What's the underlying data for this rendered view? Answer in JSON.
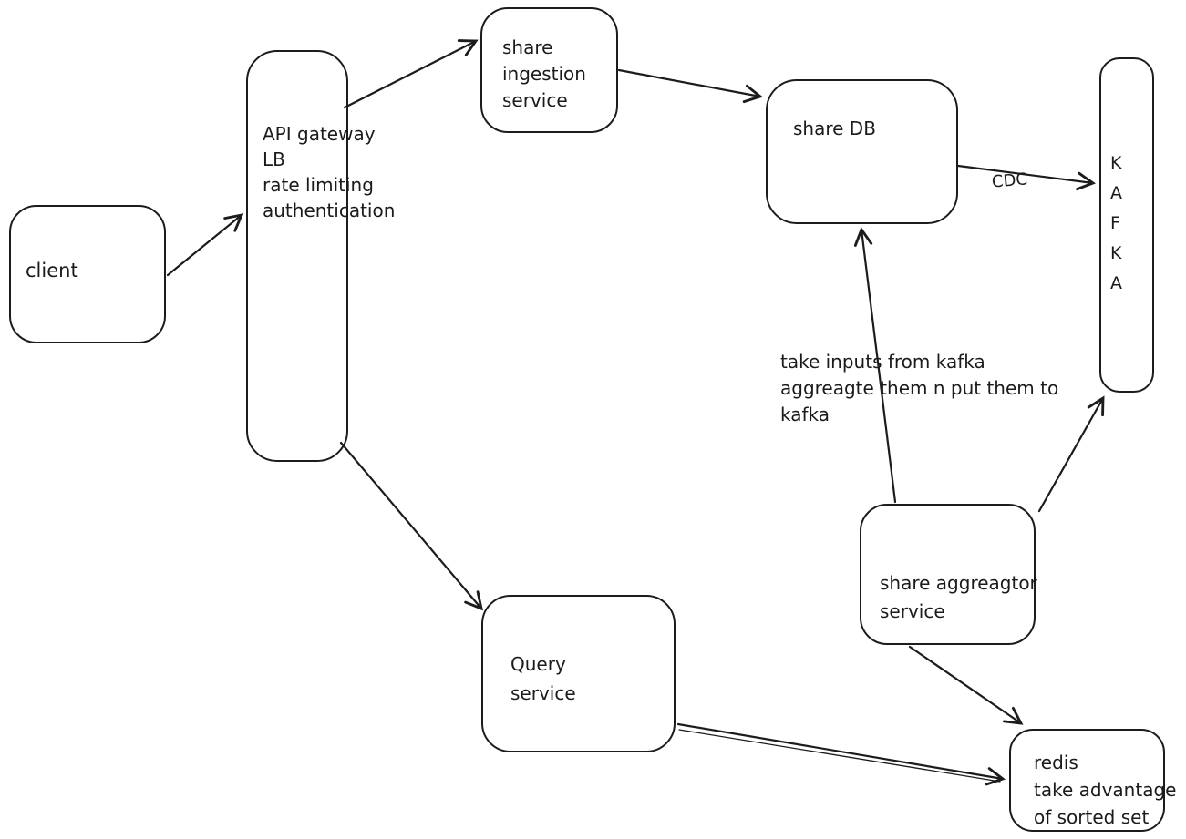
{
  "diagram": {
    "colors": {
      "ink": "#1b1b1b",
      "background": "#ffffff"
    },
    "nodes": {
      "client": {
        "label": "client"
      },
      "api_gateway": {
        "lines": [
          "API gateway",
          "LB",
          "rate limiting",
          "authentication"
        ]
      },
      "share_ingestion": {
        "lines": [
          "share",
          "ingestion",
          "service"
        ]
      },
      "share_db": {
        "label": "share DB"
      },
      "kafka": {
        "letters": [
          "K",
          "A",
          "F",
          "K",
          "A"
        ]
      },
      "share_aggregator": {
        "lines": [
          "share aggreagtor",
          "service"
        ]
      },
      "query_service": {
        "lines": [
          "Query",
          "service"
        ]
      },
      "redis": {
        "lines": [
          "redis",
          "take advantage",
          "of sorted set"
        ]
      }
    },
    "annotations": {
      "aggregator_note": {
        "lines": [
          "take inputs from kafka",
          "aggreagte them n put them to",
          "kafka"
        ]
      },
      "cdc_label": "CDC"
    },
    "edges": [
      {
        "from": "client",
        "to": "api_gateway"
      },
      {
        "from": "api_gateway",
        "to": "share_ingestion"
      },
      {
        "from": "share_ingestion",
        "to": "share_db"
      },
      {
        "from": "share_db",
        "to": "kafka",
        "label": "CDC"
      },
      {
        "from": "share_aggregator",
        "to": "share_db"
      },
      {
        "from": "share_aggregator",
        "to": "kafka"
      },
      {
        "from": "api_gateway",
        "to": "query_service"
      },
      {
        "from": "share_aggregator",
        "to": "redis"
      },
      {
        "from": "query_service",
        "to": "redis"
      }
    ]
  }
}
